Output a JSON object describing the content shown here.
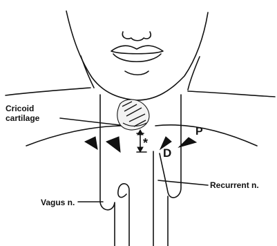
{
  "figure": {
    "labels": {
      "cricoid_line1": "Cricoid",
      "cricoid_line2": "cartilage",
      "recurrent": "Recurrent n.",
      "vagus": "Vagus n.",
      "marker_d": "D",
      "marker_p": "P",
      "marker_star": "*"
    }
  }
}
